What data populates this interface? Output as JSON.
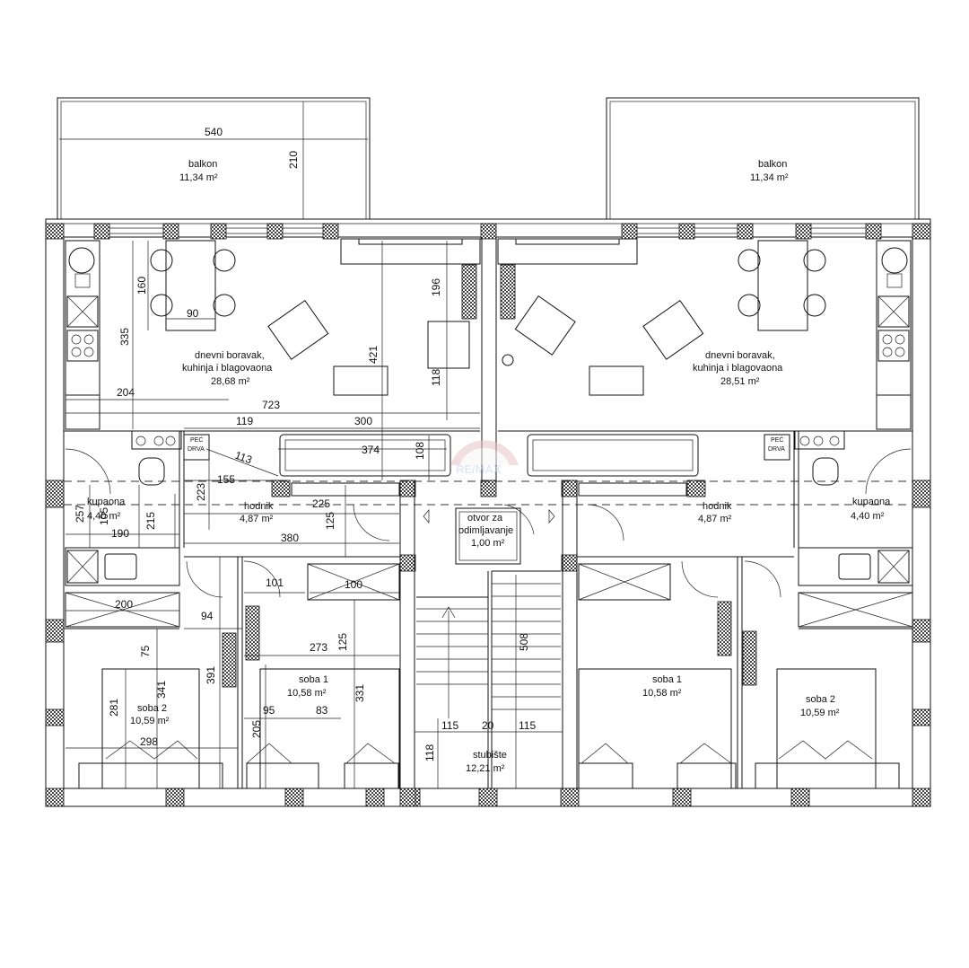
{
  "rooms": [
    {
      "id": "balkon_left",
      "name": "balkon",
      "area": "11,34 m²"
    },
    {
      "id": "balkon_right",
      "name": "balkon",
      "area": "11,34 m²"
    },
    {
      "id": "living_left",
      "name_line1": "dnevni boravak,",
      "name_line2": "kuhinja i blagovaona",
      "area": "28,68 m²"
    },
    {
      "id": "living_right",
      "name_line1": "dnevni boravak,",
      "name_line2": "kuhinja i blagovaona",
      "area": "28,51 m²"
    },
    {
      "id": "kupaona_left",
      "name": "kupaona",
      "area": "4,40 m²"
    },
    {
      "id": "kupaona_right",
      "name": "kupaona",
      "area": "4,40 m²"
    },
    {
      "id": "hodnik_left",
      "name": "hodnik",
      "area": "4,87 m²"
    },
    {
      "id": "hodnik_right",
      "name": "hodnik",
      "area": "4,87 m²"
    },
    {
      "id": "soba2_left",
      "name": "soba 2",
      "area": "10,59 m²"
    },
    {
      "id": "soba1_left",
      "name": "soba 1",
      "area": "10,58 m²"
    },
    {
      "id": "soba1_right",
      "name": "soba 1",
      "area": "10,58 m²"
    },
    {
      "id": "soba2_right",
      "name": "soba 2",
      "area": "10,59 m²"
    },
    {
      "id": "stubiste",
      "name": "stubište",
      "area": "12,21 m²"
    },
    {
      "id": "otvor",
      "name_line1": "otvor za",
      "name_line2": "odimljavanje",
      "area": "1,00 m²"
    }
  ],
  "labels": {
    "pec_left_1": "PEĆ",
    "pec_left_2": "DRVA",
    "pec_right_1": "PEĆ",
    "pec_right_2": "DRVA",
    "watermark": "RE/MAX"
  },
  "dimensions": [
    "540",
    "210",
    "160",
    "90",
    "335",
    "204",
    "723",
    "119",
    "300",
    "421",
    "196",
    "118",
    "108",
    "374",
    "113",
    "155",
    "223",
    "257",
    "105",
    "215",
    "190",
    "225",
    "125",
    "380",
    "101",
    "100",
    "200",
    "94",
    "125",
    "273",
    "75",
    "391",
    "341",
    "281",
    "298",
    "95",
    "83",
    "331",
    "205",
    "508",
    "115",
    "20",
    "115",
    "118"
  ]
}
